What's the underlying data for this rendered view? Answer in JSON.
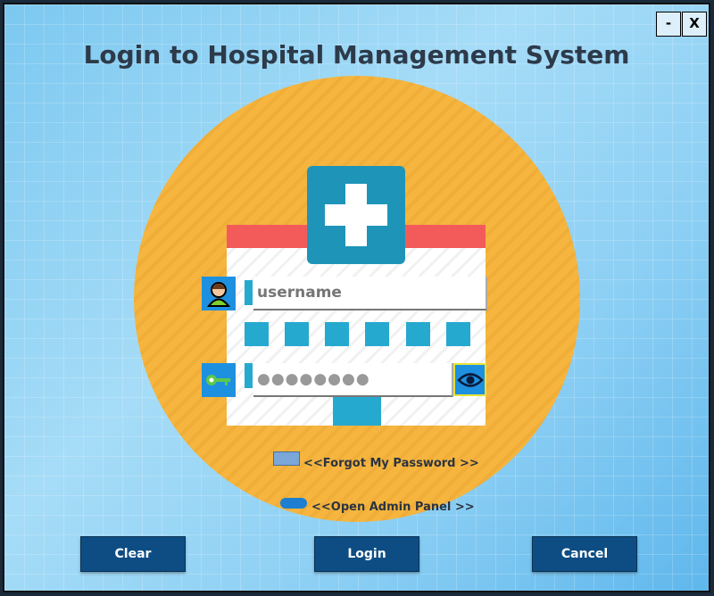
{
  "window": {
    "title": "Login to Hospital Management System",
    "minimize_label": "-",
    "close_label": "X"
  },
  "form": {
    "username_placeholder": "username",
    "password_value": "●●●●●●●●"
  },
  "links": {
    "forgot": "<<Forgot My Password >>",
    "admin": "<<Open Admin Panel >>"
  },
  "buttons": {
    "clear": "Clear",
    "login": "Login",
    "cancel": "Cancel"
  },
  "colors": {
    "accent": "#0d4d84",
    "circle": "#f5b53f",
    "icon_bg": "#1e90e0"
  }
}
